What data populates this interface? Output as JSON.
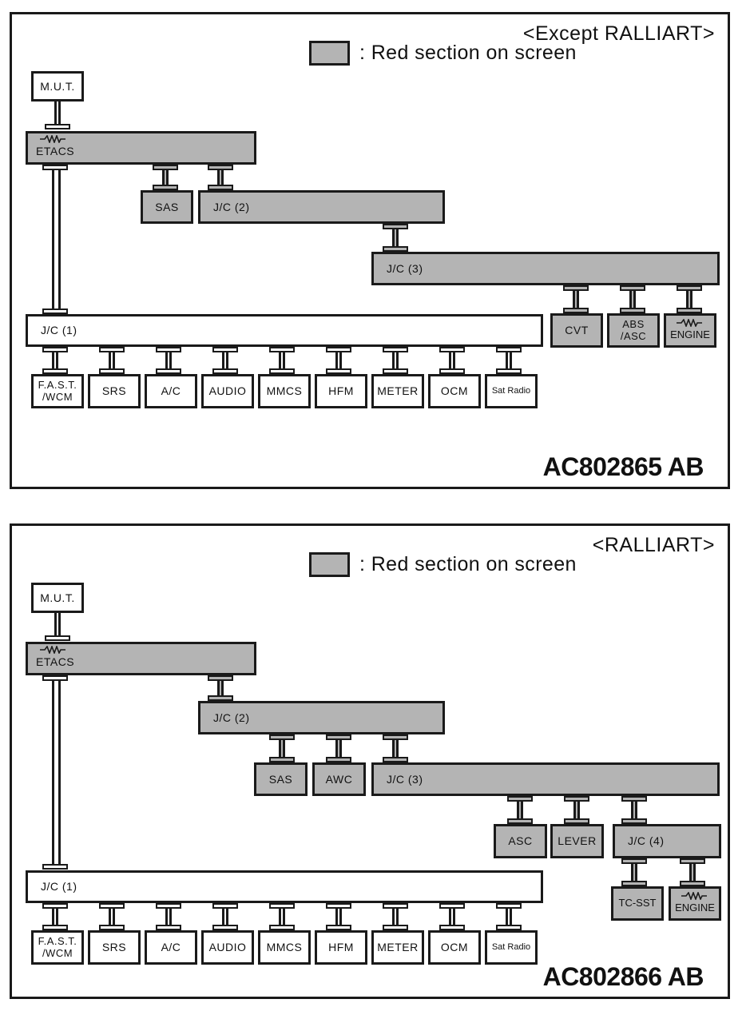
{
  "legend_text": ": Red section on screen",
  "colors": {
    "red_section": "#b4b4b4",
    "line": "#1a1a1a",
    "background": "#ffffff"
  },
  "diagram1": {
    "title": "<Except RALLIART>",
    "code": "AC802865 AB",
    "mut": "M.U.T.",
    "etacs": "ETACS",
    "sas": "SAS",
    "jc2": "J/C (2)",
    "jc3": "J/C (3)",
    "jc1": "J/C (1)",
    "cvt": "CVT",
    "abs": "ABS\n/ASC",
    "engine": "ENGINE",
    "bottom": [
      "F.A.S.T.\n/WCM",
      "SRS",
      "A/C",
      "AUDIO",
      "MMCS",
      "HFM",
      "METER",
      "OCM",
      "Sat Radio"
    ]
  },
  "diagram2": {
    "title": "<RALLIART>",
    "code": "AC802866 AB",
    "mut": "M.U.T.",
    "etacs": "ETACS",
    "jc2": "J/C (2)",
    "sas": "SAS",
    "awc": "AWC",
    "jc3": "J/C (3)",
    "asc": "ASC",
    "lever": "LEVER",
    "jc4": "J/C (4)",
    "jc1": "J/C (1)",
    "tcsst": "TC-SST",
    "engine": "ENGINE",
    "bottom": [
      "F.A.S.T.\n/WCM",
      "SRS",
      "A/C",
      "AUDIO",
      "MMCS",
      "HFM",
      "METER",
      "OCM",
      "Sat Radio"
    ]
  }
}
